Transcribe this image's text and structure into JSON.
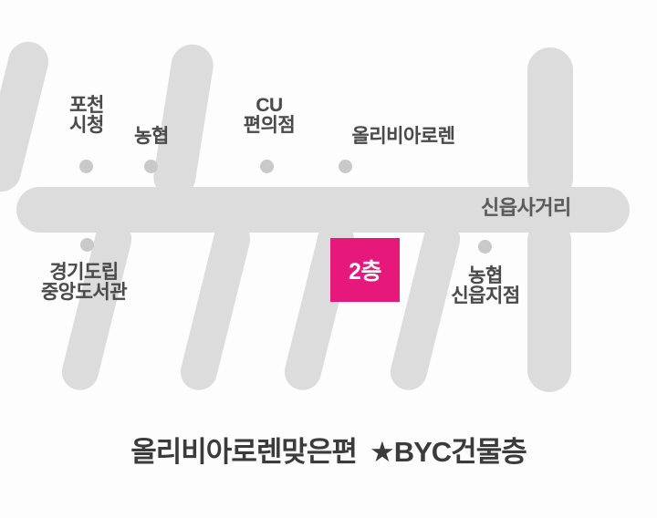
{
  "map": {
    "background_color": "#fdfdfd",
    "road_color": "#dcdcdc",
    "dot_color": "#c9c9c9",
    "accent_color": "#e6187c",
    "label_color": "#4a4a4a",
    "destination": {
      "label": "2층"
    },
    "junction": {
      "label": "신읍사거리"
    },
    "pois": [
      {
        "id": "pocheon-city-hall",
        "label": "포천\n시청"
      },
      {
        "id": "nonghyup",
        "label": "농협"
      },
      {
        "id": "cu-convenience-store",
        "label": "CU\n편의점"
      },
      {
        "id": "olivia-lauren",
        "label": "올리비아로렌"
      },
      {
        "id": "gyeonggi-provincial-central-library",
        "label": "경기도립\n중앙도서관"
      },
      {
        "id": "nonghyup-sineup-branch",
        "label": "농협\n신읍지점"
      }
    ]
  },
  "caption": {
    "left_text": "올리비아로렌맞은편",
    "star": "★",
    "right_text": "BYC건물층"
  }
}
